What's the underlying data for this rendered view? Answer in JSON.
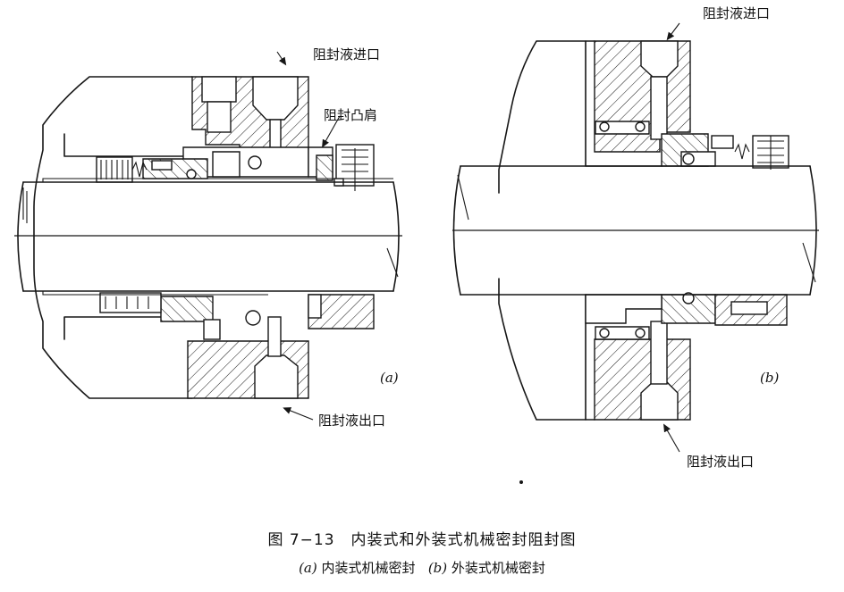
{
  "labels": {
    "a_inlet": "阻封液进口",
    "a_shoulder": "阻封凸肩",
    "a_outlet": "阻封液出口",
    "b_inlet": "阻封液进口",
    "b_outlet": "阻封液出口"
  },
  "panel_tags": {
    "a": "(a)",
    "b": "(b)"
  },
  "caption": {
    "title": "图 7−13　内装式和外装式机械密封阻封图",
    "sub_a_tag": "(a)",
    "sub_a_text": "内装式机械密封",
    "sub_b_tag": "(b)",
    "sub_b_text": "外装式机械密封"
  }
}
